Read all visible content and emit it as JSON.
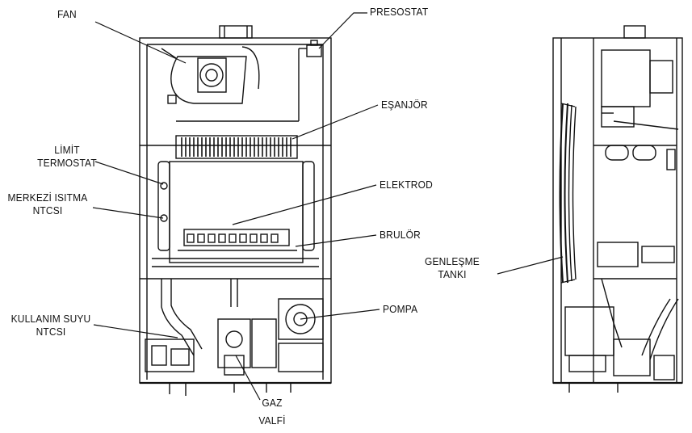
{
  "labels": {
    "fan": "FAN",
    "presosatat": "PRESOSTAT",
    "esanjor": "EŞANJÖR",
    "limit_line1": "LİMİT",
    "limit_line2": "TERMOSTAT",
    "merkezi_line1": "MERKEZİ ISITMA",
    "merkezi_line2": "NTCSI",
    "elektrod": "ELEKTROD",
    "brulor": "BRULÖR",
    "genlesme_line1": "GENLEŞME",
    "genlesme_line2": "TANKI",
    "kullanim_line1": "KULLANIM SUYU",
    "kullanim_line2": "NTCSI",
    "pompa": "POMPA",
    "gaz_line1": "GAZ",
    "gaz_line2": "VALFİ"
  },
  "colors": {
    "line": "#111111",
    "background": "#ffffff"
  }
}
